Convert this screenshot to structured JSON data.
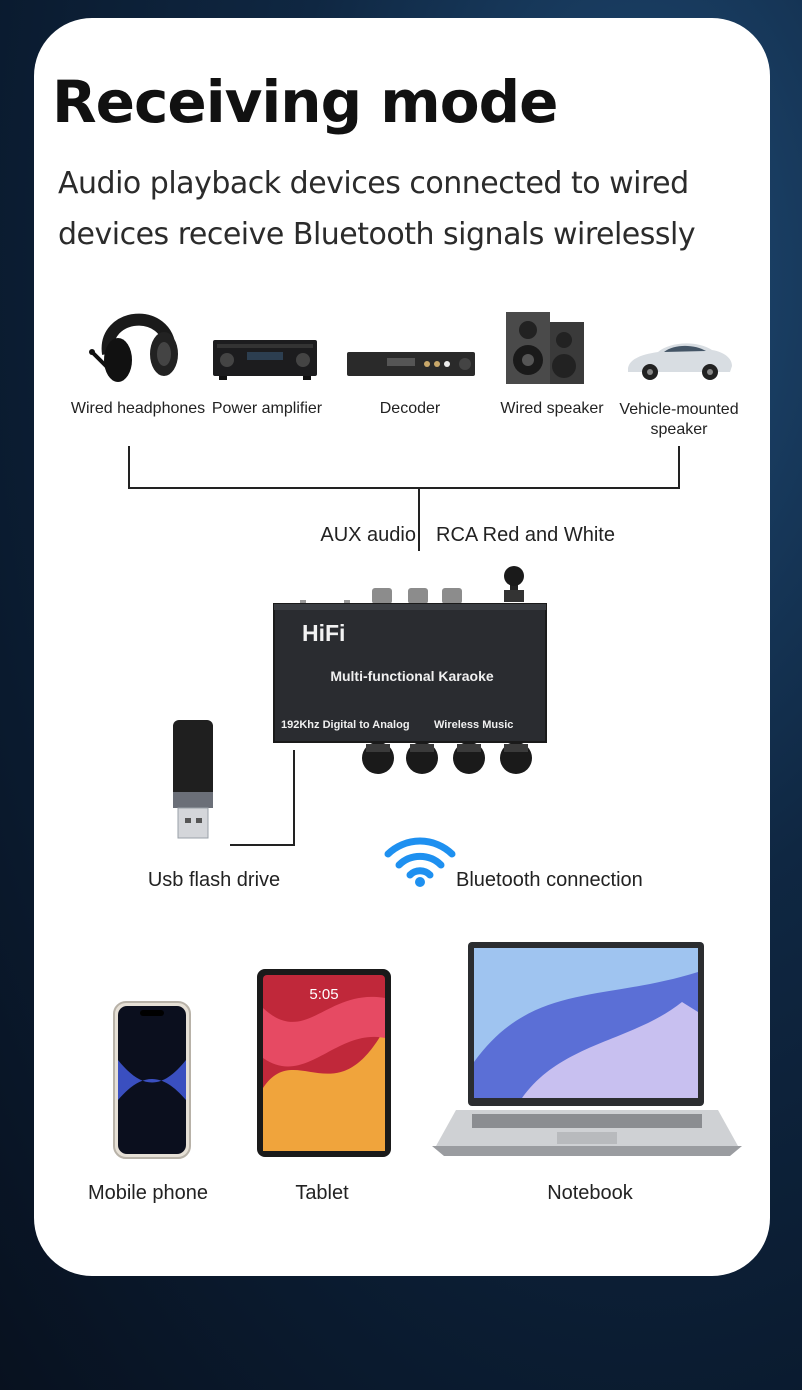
{
  "title": "Receiving mode",
  "subtitle": "Audio playback devices connected to wired devices receive Bluetooth signals wirelessly",
  "output_devices": [
    {
      "label": "Wired headphones"
    },
    {
      "label": "Power amplifier"
    },
    {
      "label": "Decoder"
    },
    {
      "label": "Wired speaker"
    },
    {
      "label": "Vehicle-mounted speaker"
    }
  ],
  "connections": {
    "aux": "AUX audio",
    "rca": "RCA Red and White"
  },
  "device": {
    "brand": "HiFi",
    "name": "Multi-functional Karaoke",
    "spec_left": "192Khz Digital to Analog",
    "spec_right": "Wireless Music"
  },
  "usb_label": "Usb flash drive",
  "bluetooth_label": "Bluetooth connection",
  "source_devices": [
    {
      "label": "Mobile phone"
    },
    {
      "label": "Tablet",
      "screen_time": "5:05"
    },
    {
      "label": "Notebook"
    }
  ],
  "colors": {
    "background": "#0f2742",
    "card": "#ffffff",
    "bluetooth": "#1e90f0",
    "device_body": "#2a2c30"
  }
}
